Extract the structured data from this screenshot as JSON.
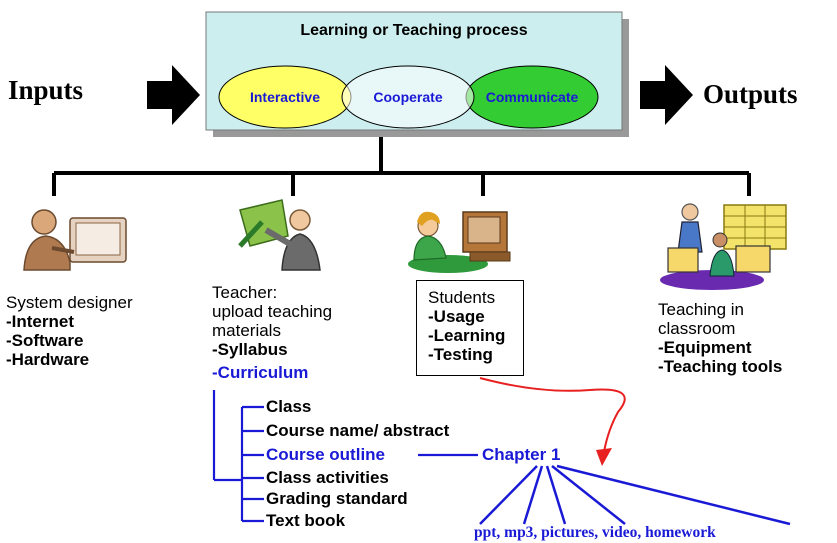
{
  "process": {
    "title": "Learning or Teaching process",
    "ellipses": [
      "Interactive",
      "Cooperate",
      "Communicate"
    ]
  },
  "inputs_label": "Inputs",
  "outputs_label": "Outputs",
  "colors": {
    "panel": "#cceeee",
    "interactive": "#ffff66",
    "cooperate": "#ffffff",
    "communicate": "#33cc33",
    "blue_text": "#1a1ad6",
    "red_arrow": "#e82020"
  },
  "icons": [
    "system-designer-clipart-icon",
    "teacher-at-board-clipart-icon",
    "student-computer-clipart-icon",
    "classroom-teaching-clipart-icon"
  ],
  "system_designer": {
    "title": "System designer",
    "items": [
      "-Internet",
      "-Software",
      "-Hardware"
    ]
  },
  "teacher": {
    "title_lines": [
      "Teacher:",
      "upload teaching",
      "materials"
    ],
    "syllabus": "-Syllabus",
    "curriculum": "-Curriculum"
  },
  "students": {
    "title": "Students",
    "items": [
      "-Usage",
      "-Learning",
      "-Testing"
    ]
  },
  "classroom": {
    "title_lines": [
      "Teaching in",
      "classroom"
    ],
    "items": [
      "-Equipment",
      "-Teaching tools"
    ]
  },
  "curriculum_items": [
    "Class",
    "Course name/ abstract",
    "Course outline",
    "Class activities",
    "Grading standard",
    "Text book"
  ],
  "chapter_label": "Chapter 1",
  "chapter_resources": "ppt, mp3, pictures, video, homework"
}
